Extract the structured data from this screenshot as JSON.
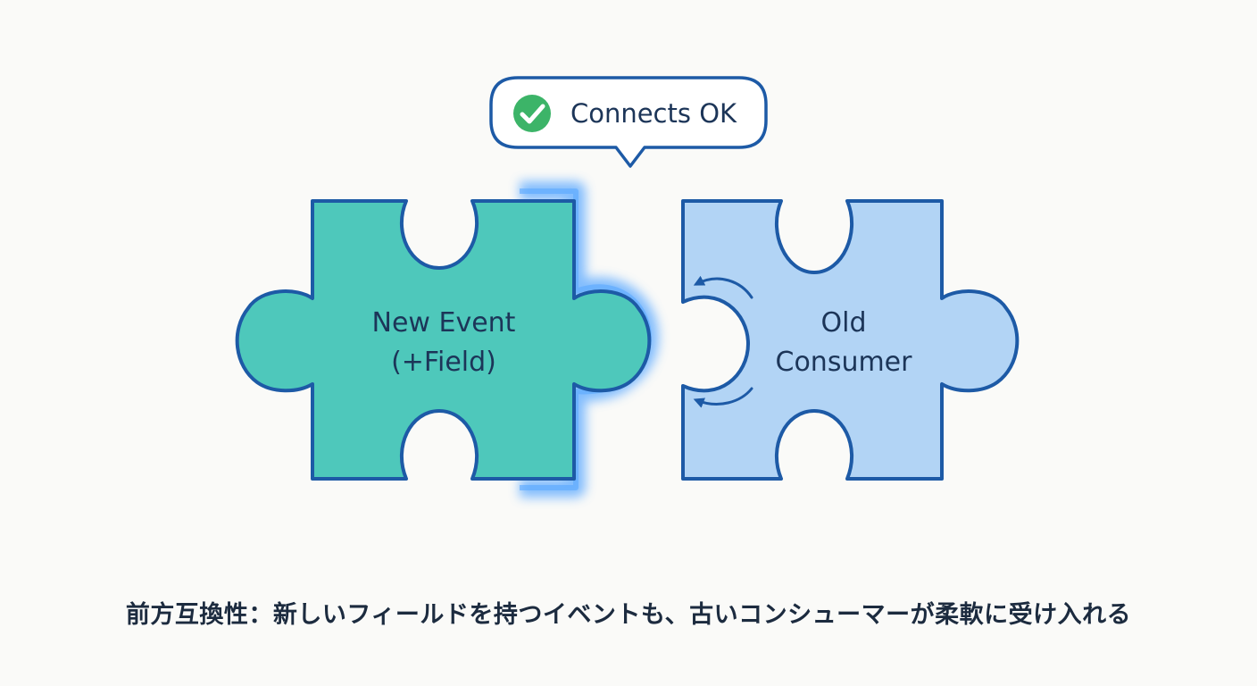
{
  "badge": {
    "text": "Connects OK",
    "check_icon": "check-circle-icon",
    "check_color": "#3cb468"
  },
  "left_piece": {
    "line1": "New Event",
    "line2": "(+Field)",
    "fill_color": "#4ec8bb",
    "stroke_color": "#1d5aa6"
  },
  "right_piece": {
    "line1": "Old",
    "line2": "Consumer",
    "fill_color": "#b2d4f5",
    "stroke_color": "#1d5aa6",
    "arrow_icon": "curved-arrow-icon"
  },
  "glow_color": "#5aa8ff",
  "caption": "前方互換性：新しいフィールドを持つイベントも、古いコンシューマーが柔軟に受け入れる"
}
